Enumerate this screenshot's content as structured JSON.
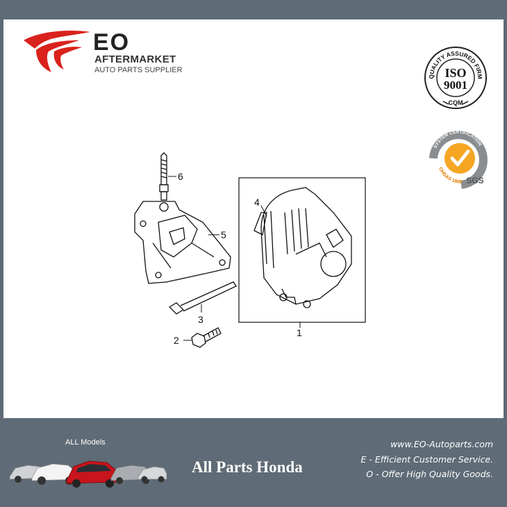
{
  "brand": {
    "name": "EO",
    "tagline": "AFTERMARKET",
    "subtitle": "AUTO PARTS SUPPLIER",
    "accent_color": "#d9221c"
  },
  "certifications": {
    "iso": {
      "ring_text": "QUALITY ASSURED FIRM",
      "main": "ISO",
      "number": "9001",
      "footer": "CQM"
    },
    "sgs": {
      "ring_text": "SYSTEM CERTIFICATION",
      "standard": "OHSAS 18001",
      "mark": "SGS"
    }
  },
  "diagram": {
    "callouts": [
      {
        "id": "1",
        "label": "1"
      },
      {
        "id": "2",
        "label": "2"
      },
      {
        "id": "3",
        "label": "3"
      },
      {
        "id": "4",
        "label": "4"
      },
      {
        "id": "5",
        "label": "5"
      },
      {
        "id": "6",
        "label": "6"
      }
    ]
  },
  "footer": {
    "models_label": "ALL Models",
    "title": "All Parts Honda",
    "website": "www.EO-Autoparts.com",
    "line_e": "E - Efficient Customer Service.",
    "line_o": "O - Offer High Quality Goods."
  }
}
